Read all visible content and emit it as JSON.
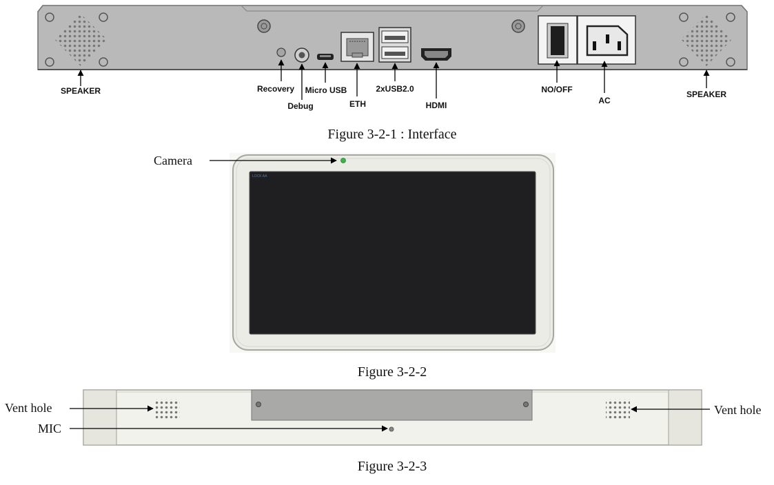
{
  "figure1": {
    "caption": "Figure 3-2-1 : Interface",
    "labels": {
      "speaker_left": "SPEAKER",
      "recovery": "Recovery",
      "debug": "Debug",
      "micro_usb": "Micro USB",
      "eth": "ETH",
      "usb": "2xUSB2.0",
      "hdmi": "HDMI",
      "power": "NO/OFF",
      "ac": "AC",
      "speaker_right": "SPEAKER"
    }
  },
  "figure2": {
    "caption": "Figure 3-2-2",
    "labels": {
      "camera": "Camera"
    },
    "screen_text": "LOCK AA"
  },
  "figure3": {
    "caption": "Figure 3-2-3",
    "labels": {
      "vent_left": "Vent hole",
      "mic": "MIC",
      "vent_right": "Vent hole"
    }
  },
  "colors": {
    "panel_gray": "#b9b9b9",
    "bezel": "#ecece6",
    "screen": "#1f1f21",
    "camera_led": "#3cb44b"
  }
}
